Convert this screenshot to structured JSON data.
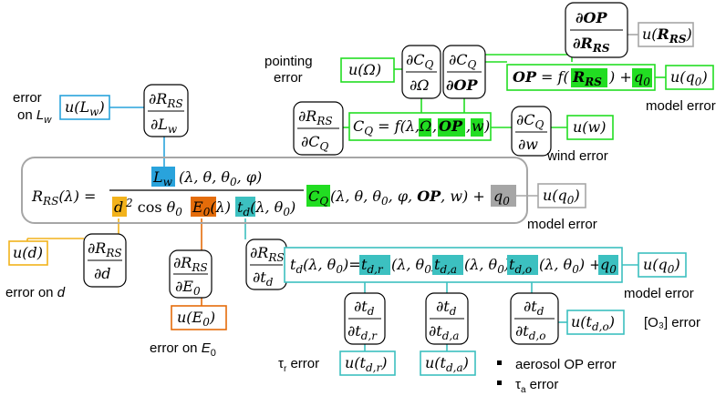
{
  "main_equation": {
    "lhs": "R_RS(λ) =",
    "numerator_term": "L_w",
    "numerator_args": "(λ, θ, θ_0, φ)",
    "denominator": "d² cos θ_0 E_0(λ) t_d(λ, θ_0)",
    "cq_term": "C_Q",
    "cq_args": "(λ, θ, θ_0, φ, OP, w) +",
    "q0": "q_0"
  },
  "cq_equation": "C_Q = f(λ, Ω, OP, w)",
  "op_equation": "OP = f(R_RS) + q_0",
  "td_equation": "t_d(λ,θ_0)=t_d,r(λ,θ_0) t_d,a(λ,θ_0) t_d,o(λ,θ_0) + q_0",
  "partials": {
    "dR_dLw": "∂R_RS / ∂L_w",
    "dR_dCQ": "∂R_RS / ∂C_Q",
    "dCQ_dOmega": "∂C_Q / ∂Ω",
    "dCQ_dOP": "∂C_Q / ∂OP",
    "dOP_dRRS": "∂OP / ∂R_RS",
    "dCQ_dw": "∂C_Q / ∂w",
    "dR_dd": "∂R_RS / ∂d",
    "dR_dE0": "∂R_RS / ∂E_0",
    "dR_dtd": "∂R_RS / ∂t_d",
    "dtd_dtdr": "∂t_d / ∂t_d,r",
    "dtd_dtda": "∂t_d / ∂t_d,a",
    "dtd_dtdo": "∂t_d / ∂t_d,o"
  },
  "uncertainties": {
    "u_Lw": "u(L_w)",
    "u_Omega": "u(Ω)",
    "u_RRS": "u(R_RS)",
    "u_q0_op": "u(q_0)",
    "u_w": "u(w)",
    "u_q0_main": "u(q_0)",
    "u_d": "u(d)",
    "u_E0": "u(E_0)",
    "u_q0_td": "u(q_0)",
    "u_tdo": "u(t_d,o)",
    "u_tdr": "u(t_d,r)",
    "u_tda": "u(t_d,a)"
  },
  "labels": {
    "error_on_lw_1": "error",
    "error_on_lw_2": "on L_w",
    "pointing_error_1": "pointing",
    "pointing_error_2": "error",
    "model_error_op": "model error",
    "wind_error": "wind error",
    "model_error_main": "model error",
    "error_on_d": "error on d",
    "error_on_e0": "error on E_0",
    "model_error_td": "model error",
    "o3_error": "[O₃] error",
    "tau_r_error": "τr error",
    "aerosol_error": "aerosol OP error",
    "tau_a_error": "τa error"
  },
  "colors": {
    "blue": "#29a3dc",
    "green": "#22dd22",
    "teal": "#3cc0c0",
    "orange": "#e46c0a",
    "yellow": "#f2b21b",
    "gray": "#a6a6a6"
  }
}
